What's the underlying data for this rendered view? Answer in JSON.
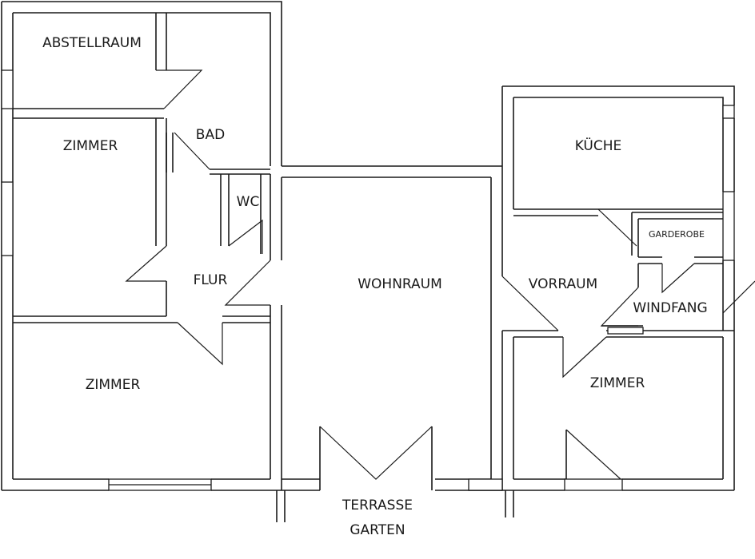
{
  "rooms": {
    "abstellraum": "ABSTELLRAUM",
    "zimmer_top_left": "ZIMMER",
    "bad": "BAD",
    "wc": "WC",
    "flur": "FLUR",
    "zimmer_bottom_left": "ZIMMER",
    "wohnraum": "WOHNRAUM",
    "kueche": "KÜCHE",
    "garderobe": "GARDEROBE",
    "vorraum": "VORRAUM",
    "windfang": "WINDFANG",
    "zimmer_bottom_right": "ZIMMER"
  },
  "outside": {
    "terrasse": "TERRASSE",
    "garten": "GARTEN"
  },
  "colors": {
    "line": "#1a1a1a",
    "background": "#ffffff"
  }
}
